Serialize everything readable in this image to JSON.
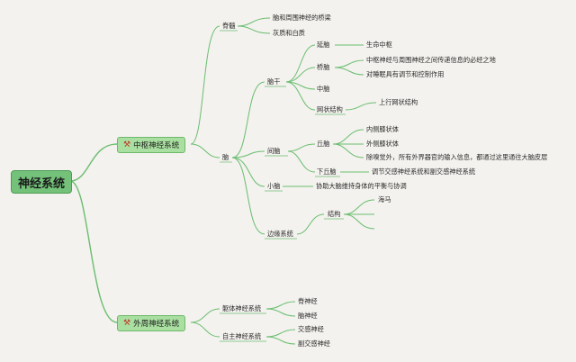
{
  "root": "神经系统",
  "cns": {
    "label": "中枢神经系统",
    "icon": "tool-icon",
    "spine": {
      "label": "脊髓",
      "items": [
        "脑和周围神经的桥梁",
        "灰质和白质"
      ]
    },
    "brain": {
      "label": "脑",
      "naogan": {
        "label": "脑干",
        "yannao": {
          "label": "延脑",
          "item": "生命中枢"
        },
        "qiaonao": {
          "label": "桥脑",
          "items": [
            "中枢神经与周围神经之间传递信息的必经之地",
            "对睡眠具有调节和控制作用"
          ]
        },
        "zhongnao": "中脑",
        "wangzhuang": {
          "label": "网状结构",
          "item": "上行网状结构"
        }
      },
      "jiannao": {
        "label": "间脑",
        "qiunao": {
          "label": "丘脑",
          "items": [
            "内侧膝状体",
            "外侧膝状体",
            "除嗅觉外，所有外界器官的输入信息，都通过这里通往大脑皮层"
          ]
        },
        "xiaqiunao": {
          "label": "下丘脑",
          "item": "调节交感神经系统和副交感神经系统"
        }
      },
      "xiaonao": {
        "label": "小脑",
        "item": "协助大脑维持身体的平衡与协调"
      },
      "bianyuan": {
        "label": "边缘系统",
        "jiegou": {
          "label": "结构",
          "items": [
            "海马",
            "",
            ""
          ]
        }
      }
    }
  },
  "pns": {
    "label": "外周神经系统",
    "icon": "tool-icon",
    "qugan": {
      "label": "躯体神经系统",
      "items": [
        "脊神经",
        "脑神经"
      ]
    },
    "zizhu": {
      "label": "自主神经系统",
      "items": [
        "交感神经",
        "副交感神经"
      ]
    }
  },
  "colors": {
    "line": "#6bbd70",
    "root": "#74c27a",
    "pill": "#a9dfa0"
  }
}
